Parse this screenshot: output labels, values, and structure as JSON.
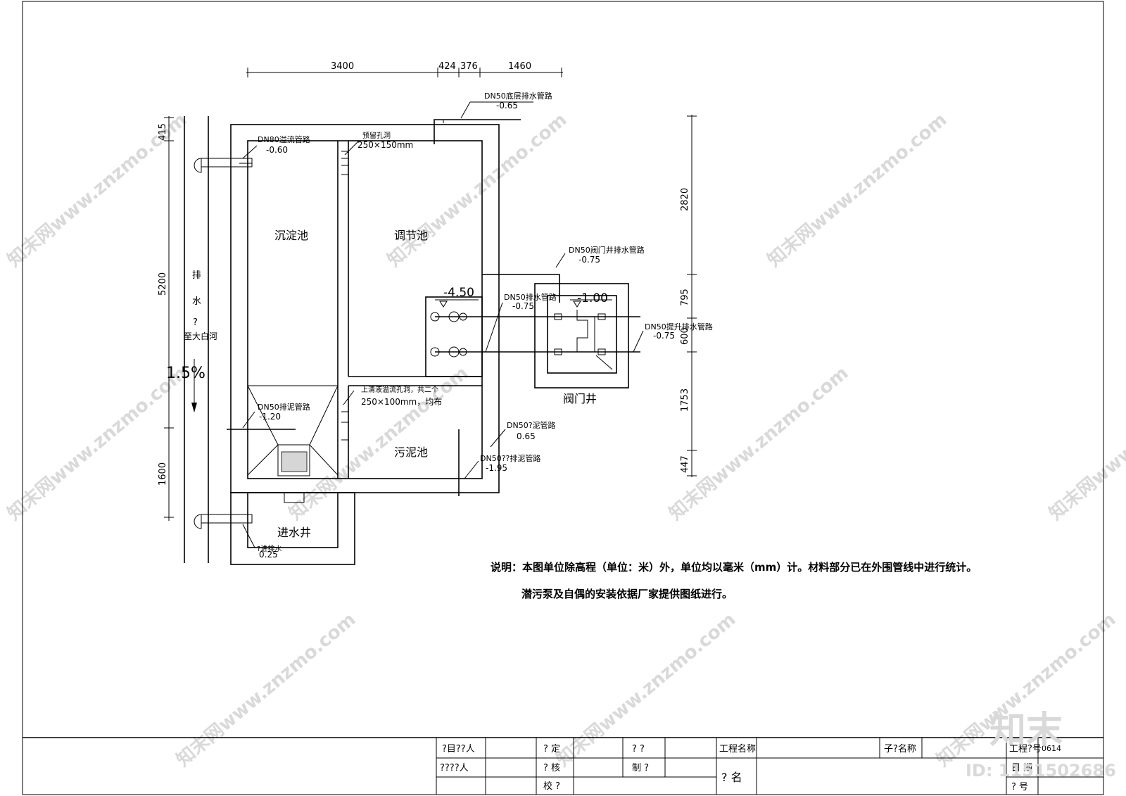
{
  "dims_top": [
    "3400",
    "424",
    "376",
    "1460"
  ],
  "dims_left": [
    "415",
    "5200",
    "1600"
  ],
  "dims_right": [
    "2820",
    "795",
    "600",
    "1753",
    "447"
  ],
  "rooms": {
    "sedimentation": "沉淀池",
    "regulating": "调节池",
    "sludge": "污泥池",
    "inlet_well": "进水井",
    "valve_well": "阀门井"
  },
  "drain": {
    "label1": "排",
    "label2": "水",
    "label3": "?",
    "dest": "至大白河",
    "slope": "1.5%"
  },
  "levels": {
    "pump_pit": "-4.50",
    "valve_pit": "-1.00"
  },
  "pipes": {
    "p1_name": "DN50底层排水管路",
    "p1_val": "-0.65",
    "p2_name": "DN80溢流管路",
    "p2_val": "-0.60",
    "p3_name": "预留孔洞",
    "p3_val": "250×150mm",
    "p4_name": "DN50阀门井排水管路",
    "p4_val": "-0.75",
    "p5_name": "DN50排水管路",
    "p5_val": "-0.75",
    "p6_name": "DN50提升排水管路",
    "p6_val": "-0.75",
    "p7_name": "DN50排泥管路",
    "p7_val": "-1.20",
    "p8_name": "上清液溢流孔洞，共二个",
    "p8_val": "250×100mm，均布",
    "p9_name": "DN50?泥管路",
    "p9_val": "0.65",
    "p10_name": "DN50??排泥管路",
    "p10_val": "-1.95",
    "p11_name": "?进排水",
    "p11_val": "0.25"
  },
  "notes": {
    "line1": "说明：本图单位除高程（单位：米）外，单位均以毫米（mm）计。材料部分已在外围管线中进行统计。",
    "line2": "潜污泵及自偶的安装依据厂家提供图纸进行。"
  },
  "title_block": {
    "c1": "?目??人",
    "c2": "????人",
    "c3": "?  定",
    "c4": "?  核",
    "c5": "校  ?",
    "c6": "?  ?",
    "c7": "制  ?",
    "c8": "工程名称",
    "c9": "子?名称",
    "c10": "?  名",
    "c11": "工程?号",
    "c12": "0614",
    "c13": "日  期",
    "c14": "?  号"
  },
  "watermark": {
    "text": "知末网www.znzmo.com",
    "brand": "知末",
    "id": "ID: 1151502686"
  }
}
